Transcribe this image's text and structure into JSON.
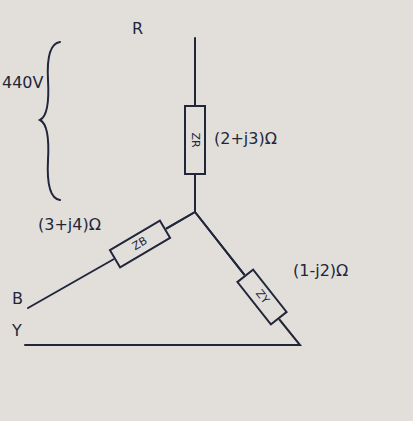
{
  "diagram": {
    "nodes": [
      {
        "text": [
          "ZR"
        ]
      },
      {
        "text": [
          "ZB"
        ]
      },
      {
        "text": [
          "ZY"
        ]
      }
    ],
    "edges": [
      {
        "from": 0,
        "to": 1,
        "arrow": "none"
      },
      {
        "from": 0,
        "to": 2,
        "arrow": "none"
      },
      {
        "from": 1,
        "to": 2,
        "arrow": "none"
      }
    ],
    "labels": [
      "R",
      "B",
      "Y",
      "440V",
      "(2+j3)Ω",
      "(3+j4)Ω",
      "(1-j2)Ω"
    ]
  }
}
